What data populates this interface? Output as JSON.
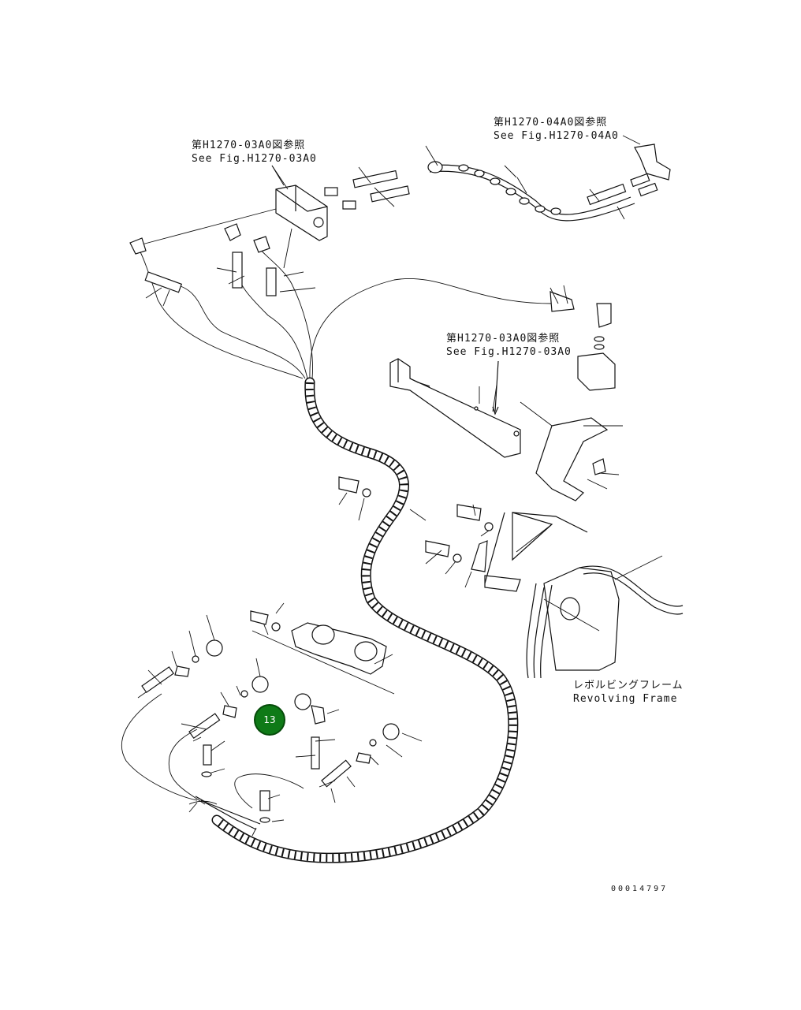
{
  "references": {
    "top_right": {
      "jp": "第H1270-04A0図参照",
      "en": "See Fig.H1270-04A0"
    },
    "top_left": {
      "jp": "第H1270-03A0図参照",
      "en": "See Fig.H1270-03A0"
    },
    "middle": {
      "jp": "第H1270-03A0図参照",
      "en": "See Fig.H1270-03A0"
    }
  },
  "frame_label": {
    "jp": "レボルビングフレーム",
    "en": "Revolving Frame"
  },
  "drawing_number": "00014797",
  "callout": {
    "label": "13",
    "color": "#0f7a17"
  }
}
